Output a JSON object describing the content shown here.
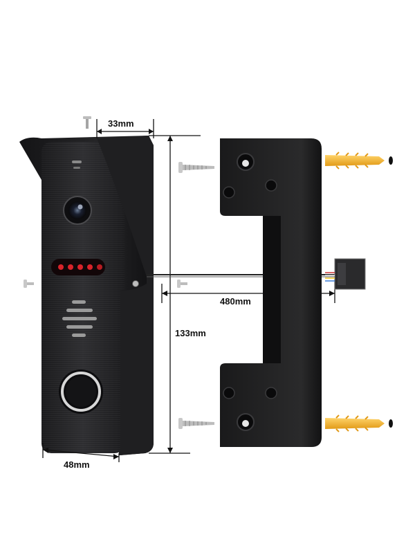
{
  "dimensions": {
    "depth": "33mm",
    "height": "133mm",
    "width": "48mm",
    "cable_length": "480mm"
  },
  "colors": {
    "body": "#1e1e20",
    "panel": "#2a2a2c",
    "ir_red": "#d8232a",
    "ring": "#d7d7d7",
    "anchor": "#f2b233",
    "line": "#111111"
  },
  "icons": [
    "screw-icon",
    "wall-anchor-icon",
    "wire-connector-icon",
    "camera-lens-icon",
    "call-button-icon"
  ]
}
